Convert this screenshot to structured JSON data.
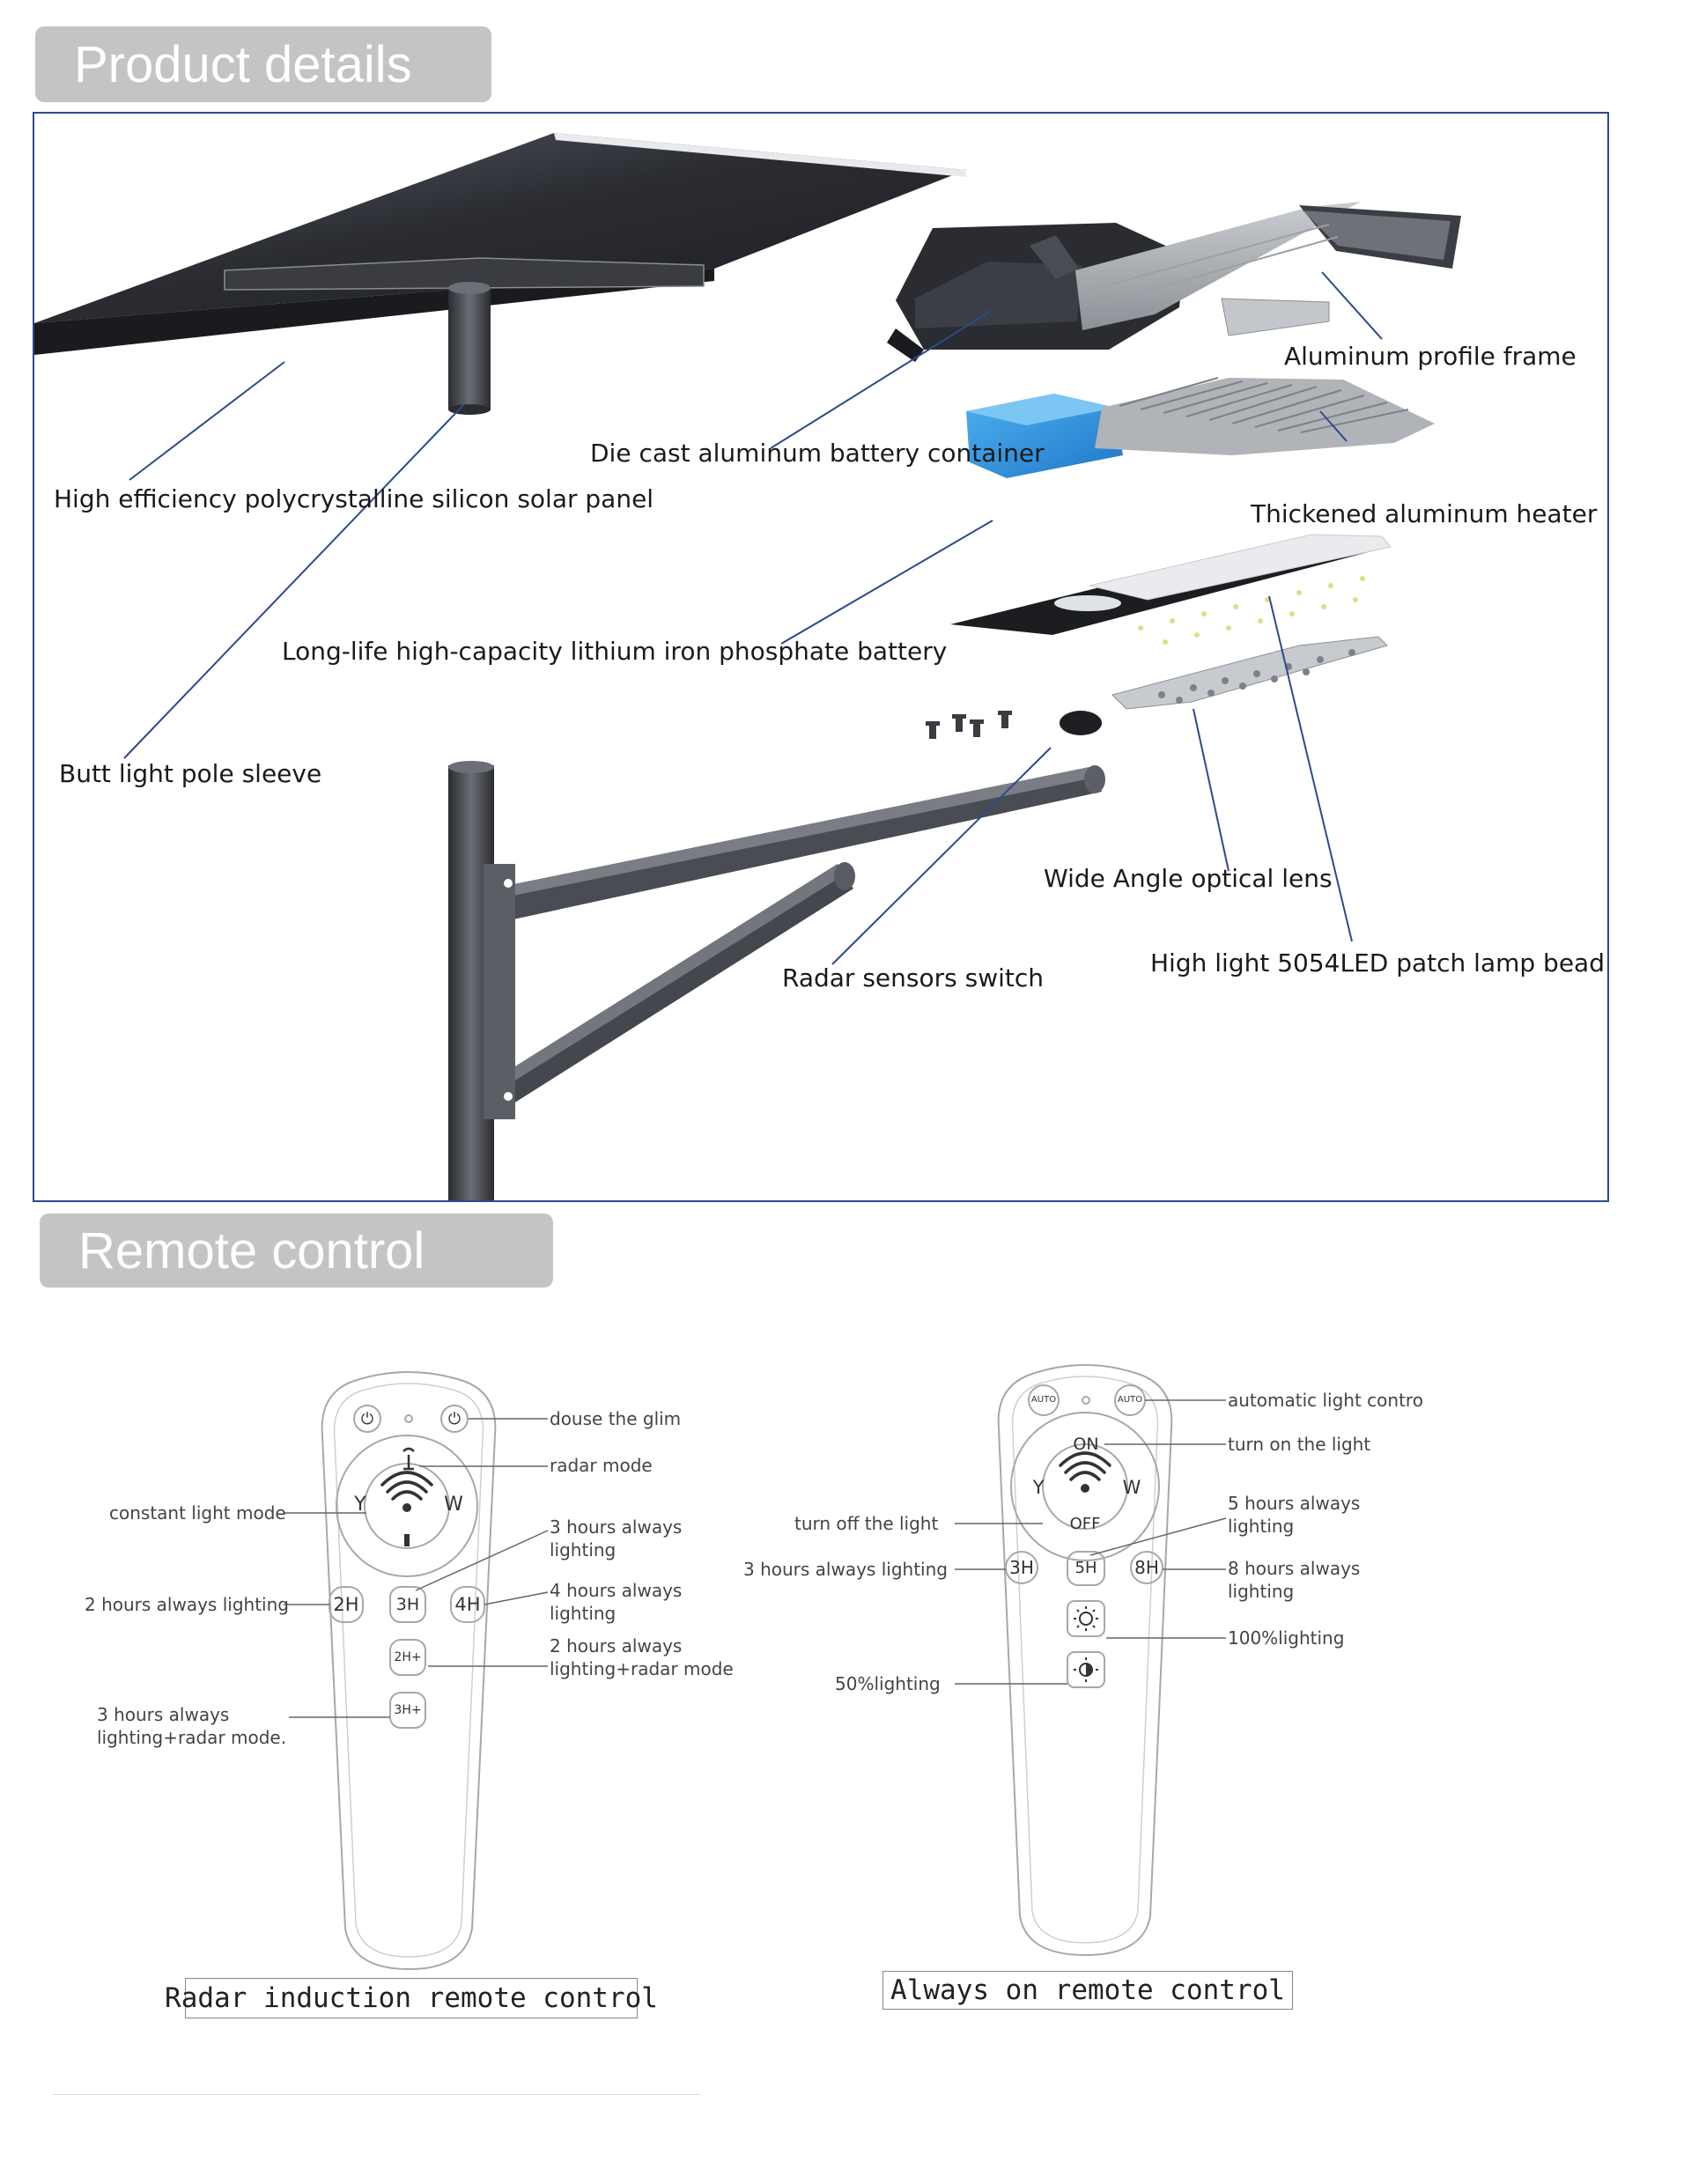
{
  "headers": {
    "product": "Product details",
    "remote": "Remote control"
  },
  "components": {
    "aluminum_frame": "Aluminum profile frame",
    "battery_container": "Die cast aluminum battery container",
    "solar_panel": "High efficiency polycrystalline silicon solar panel",
    "heater": "Thickened aluminum heater",
    "battery": "Long-life high-capacity lithium iron phosphate battery",
    "pole_sleeve": "Butt light pole sleeve",
    "optical_lens": "Wide Angle optical lens",
    "lamp_bead": "High light 5054LED patch lamp bead",
    "radar_switch": "Radar sensors switch"
  },
  "radar_remote": {
    "caption": "Radar induction remote control",
    "buttons": {
      "y": "Y",
      "w": "W",
      "h2": "2H",
      "h3": "3H",
      "h4": "4H",
      "r2": "2H+",
      "r3": "3H+",
      "power": "⏻"
    },
    "labels": {
      "douse": "douse the glim",
      "radar_mode": "radar mode",
      "constant": "constant light mode",
      "h3_line1": "3 hours always",
      "h3_line2": "lighting",
      "h2_always": "2 hours always lighting",
      "h4_line1": "4 hours always",
      "h4_line2": "lighting",
      "r2_line1": "2 hours always",
      "r2_line2": "lighting+radar mode",
      "r3_line1": "3 hours always",
      "r3_line2": "lighting+radar mode."
    }
  },
  "always_remote": {
    "caption": "Always on remote control",
    "buttons": {
      "auto": "AUTO",
      "on": "ON",
      "off": "OFF",
      "y": "Y",
      "w": "W",
      "h3": "3H",
      "h5": "5H",
      "h8": "8H"
    },
    "labels": {
      "auto_control": "automatic light contro",
      "turn_on": "turn on the light",
      "turn_off": "turn off the light",
      "h5_line1": "5 hours always",
      "h5_line2": "lighting",
      "h3_always": "3 hours always lighting",
      "h8_line1": "8 hours always",
      "h8_line2": "lighting",
      "full": "100%lighting",
      "half": "50%lighting"
    }
  }
}
